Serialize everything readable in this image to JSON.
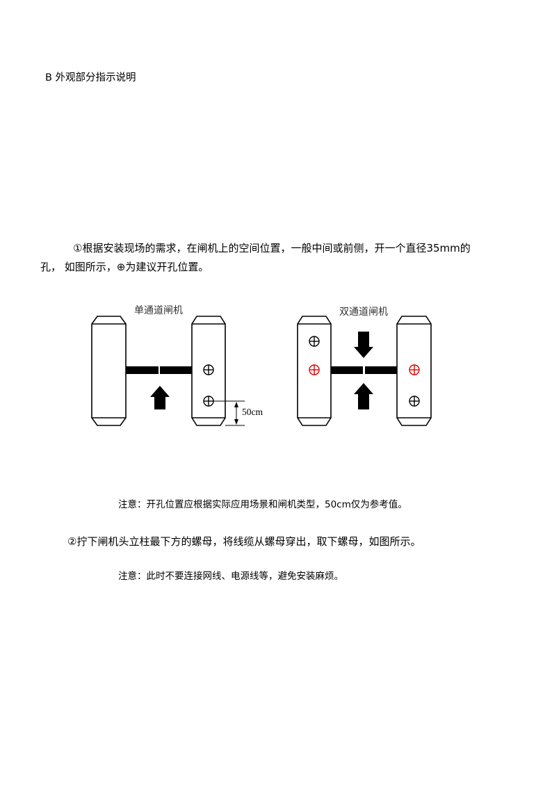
{
  "section_title": "B 外观部分指示说明",
  "step1": {
    "line1": "①根据安装现场的需求，在闸机上的空间位置，一般中间或前侧，开一个直径35mm的",
    "line2": "孔， 如图所示，⊕为建议开孔位置。"
  },
  "diagram": {
    "single_channel_label": "单通道闸机",
    "double_channel_label": "双通道闸机",
    "dimension_label": "50cm"
  },
  "note1": "注意：开孔位置应根据实际应用场景和闸机类型，50cm仅为参考值。",
  "step2": "②拧下闸机头立柱最下方的螺母，将线缆从螺母穿出，取下螺母，如图所示。",
  "note2": "注意：此时不要连接网线、电源线等，避免安装麻烦。",
  "colors": {
    "hole": "#000000",
    "suggested_hole": "#e00000",
    "label_text": "#333333"
  },
  "icons": {
    "hole_marker": "circle-plus-icon",
    "passage_direction": "arrow-icon"
  }
}
